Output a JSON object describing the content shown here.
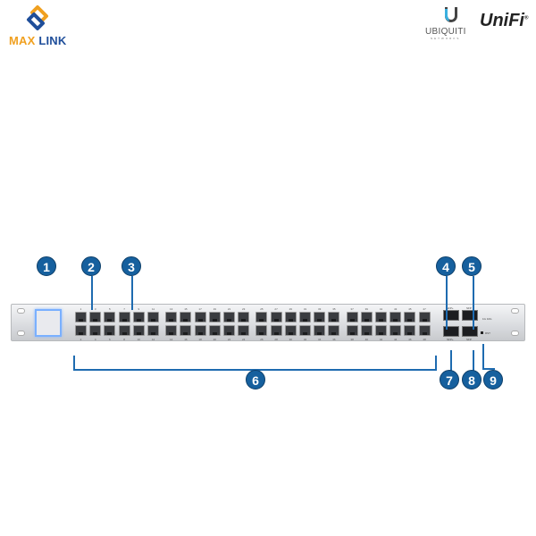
{
  "brand": {
    "name_part1": "MAX",
    "name_part2": "LINK"
  },
  "vendor": {
    "name": "UBIQUITI",
    "sub": "NETWORKS",
    "product_line": "UniFi",
    "reg": "®"
  },
  "switch": {
    "port_count": 48,
    "sfp_labels": [
      "SFP+",
      "SFP",
      "SFP+",
      "SFP"
    ],
    "console_label": "RST",
    "status_label": "1G  10G"
  },
  "callouts": [
    "1",
    "2",
    "3",
    "4",
    "5",
    "6",
    "7",
    "8",
    "9"
  ],
  "colors": {
    "callout": "#16609e",
    "maxlink_orange": "#f0a020",
    "maxlink_blue": "#1f4e9a"
  }
}
